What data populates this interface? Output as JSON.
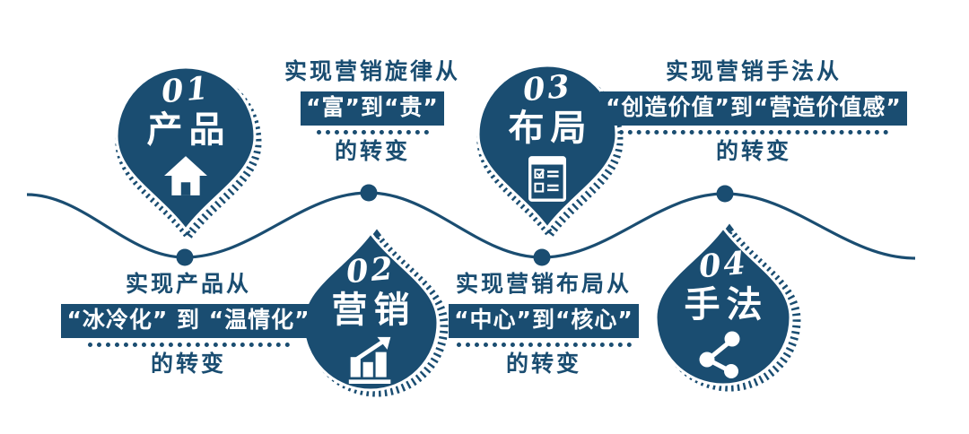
{
  "palette": {
    "primary": "#1a4d71",
    "background": "#ffffff",
    "marker_text": "#ffffff"
  },
  "steps": [
    {
      "number": "01",
      "title": "产品",
      "icon": "house-icon",
      "marker_shape": "pin-down"
    },
    {
      "number": "02",
      "title": "营销",
      "icon": "bar-chart-icon",
      "marker_shape": "drop-up"
    },
    {
      "number": "03",
      "title": "布局",
      "icon": "checklist-icon",
      "marker_shape": "pin-down"
    },
    {
      "number": "04",
      "title": "手法",
      "icon": "share-network-icon",
      "marker_shape": "drop-up"
    }
  ],
  "notes": [
    {
      "line1": "实现营销旋律从",
      "highlight": "“富”到“贵”",
      "line3": "的转变"
    },
    {
      "line1": "实现产品从",
      "highlight": "“冰冷化” 到 “温情化”",
      "line3": "的转变"
    },
    {
      "line1": "实现营销手法从",
      "highlight": "“创造价值”到“营造价值感”",
      "line3": "的转变"
    },
    {
      "line1": "实现营销布局从",
      "highlight": "“中心”到“核心”",
      "line3": "的转变"
    }
  ]
}
